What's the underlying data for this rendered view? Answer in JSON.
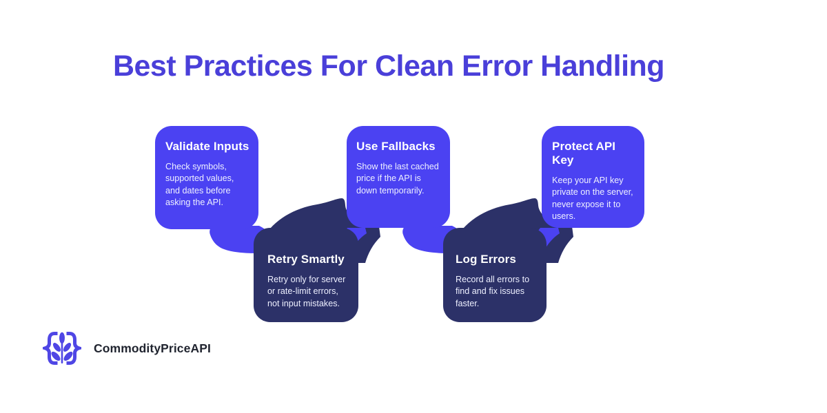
{
  "heading": "Best Practices For Clean Error Handling",
  "cards": [
    {
      "title": "Validate Inputs",
      "body": "Check symbols, supported values, and dates before asking the API.",
      "variant": "purple"
    },
    {
      "title": "Retry Smartly",
      "body": "Retry only for server or rate-limit errors, not input mistakes.",
      "variant": "navy"
    },
    {
      "title": "Use Fallbacks",
      "body": "Show the last cached price if the API is down temporarily.",
      "variant": "purple"
    },
    {
      "title": "Log Errors",
      "body": "Record all errors to find and fix issues faster.",
      "variant": "navy"
    },
    {
      "title": "Protect API Key",
      "body": "Keep your API key private on the server, never expose it to users.",
      "variant": "purple"
    }
  ],
  "brand": {
    "name": "CommodityPriceAPI",
    "logo_icon": "wheat-in-braces-icon"
  },
  "colors": {
    "card_purple": "#4b42f2",
    "card_navy": "#2c3168",
    "heading": "#4a3fd9",
    "brand_text": "#20242f",
    "logo": "#4f46e5",
    "background": "#ffffff"
  }
}
